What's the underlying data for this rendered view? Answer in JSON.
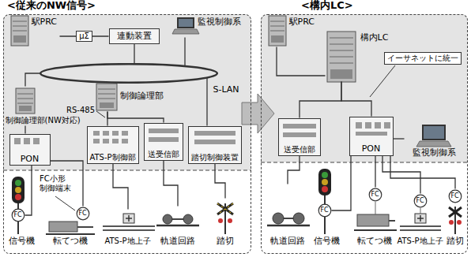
{
  "diagram": {
    "nodes": [
      {
        "text": [
          "<従来のNW信号>"
        ]
      },
      {
        "text": [
          "駅PRC"
        ],
        "in": 0
      },
      {
        "text": [
          "連動装置"
        ],
        "in": 0
      },
      {
        "text": [
          "監視制御系"
        ],
        "in": 0
      },
      {
        "text": [
          "S-LAN"
        ],
        "in": 0
      },
      {
        "text": [
          "制御論理部(NW対応)"
        ],
        "in": 0
      },
      {
        "text": [
          "制御論理部"
        ],
        "in": 0
      },
      {
        "text": [
          "PON"
        ],
        "in": 0
      },
      {
        "text": [
          "ATS-P制御部"
        ],
        "in": 0
      },
      {
        "text": [
          "送受信部"
        ],
        "in": 0
      },
      {
        "text": [
          "踏切制御装置"
        ],
        "in": 0
      },
      {
        "text": [
          "FC"
        ],
        "in": 0
      },
      {
        "text": [
          "FC"
        ],
        "in": 0
      },
      {
        "text": [
          "信号機"
        ],
        "in": 0
      },
      {
        "text": [
          "転てつ機"
        ],
        "in": 0
      },
      {
        "text": [
          "ATS-P地上子"
        ],
        "in": 0
      },
      {
        "text": [
          "軌道回路"
        ],
        "in": 0
      },
      {
        "text": [
          "踏切"
        ],
        "in": 0
      },
      {
        "text": [
          "<構内LC>"
        ]
      },
      {
        "text": [
          "駅PRC"
        ],
        "in": 18
      },
      {
        "text": [
          "構内LC"
        ],
        "in": 18
      },
      {
        "text": [
          "送受信部"
        ],
        "in": 18
      },
      {
        "text": [
          "PON"
        ],
        "in": 18
      },
      {
        "text": [
          "監視制御系"
        ],
        "in": 18
      },
      {
        "text": [
          "FC"
        ],
        "in": 18
      },
      {
        "text": [
          "FC"
        ],
        "in": 18
      },
      {
        "text": [
          "FC"
        ],
        "in": 18
      },
      {
        "text": [
          "FC"
        ],
        "in": 18
      },
      {
        "text": [
          "軌道回路"
        ],
        "in": 18
      },
      {
        "text": [
          "信号機"
        ],
        "in": 18
      },
      {
        "text": [
          "転てつ機"
        ],
        "in": 18
      },
      {
        "text": [
          "ATS-P地上子"
        ],
        "in": 18
      },
      {
        "text": [
          "踏切"
        ],
        "in": 18
      }
    ],
    "edges": [
      {
        "from": 1,
        "to": 2,
        "label": "μΣ",
        "arrow": "none"
      },
      {
        "from": 2,
        "to": 4,
        "arrow": "none"
      },
      {
        "from": 3,
        "to": 4,
        "arrow": "none"
      },
      {
        "from": 5,
        "to": 4,
        "arrow": "none"
      },
      {
        "from": 6,
        "to": 4,
        "arrow": "none"
      },
      {
        "from": 10,
        "to": 4,
        "arrow": "none"
      },
      {
        "from": 5,
        "to": 7,
        "arrow": "none"
      },
      {
        "from": 6,
        "to": 8,
        "arrow": "none"
      },
      {
        "from": 6,
        "to": 9,
        "arrow": "none"
      },
      {
        "from": 7,
        "to": 11,
        "arrow": "none"
      },
      {
        "from": 7,
        "to": 12,
        "arrow": "none"
      },
      {
        "from": 8,
        "to": 15,
        "arrow": "none"
      },
      {
        "from": 9,
        "to": 16,
        "arrow": "none"
      },
      {
        "from": 10,
        "to": 17,
        "arrow": "none"
      },
      {
        "from": 19,
        "to": 20,
        "arrow": "none"
      },
      {
        "from": 20,
        "to": 21,
        "arrow": "none"
      },
      {
        "from": 20,
        "to": 22,
        "arrow": "none"
      },
      {
        "from": 22,
        "to": 23,
        "arrow": "none"
      },
      {
        "from": 21,
        "to": 28,
        "arrow": "none"
      },
      {
        "from": 22,
        "to": 24,
        "arrow": "none"
      },
      {
        "from": 22,
        "to": 25,
        "arrow": "none"
      },
      {
        "from": 22,
        "to": 26,
        "arrow": "none"
      },
      {
        "from": 22,
        "to": 27,
        "arrow": "none"
      }
    ],
    "labels": [
      "RS-485",
      "FC小形制御端末",
      "イーサネットに統一"
    ]
  }
}
